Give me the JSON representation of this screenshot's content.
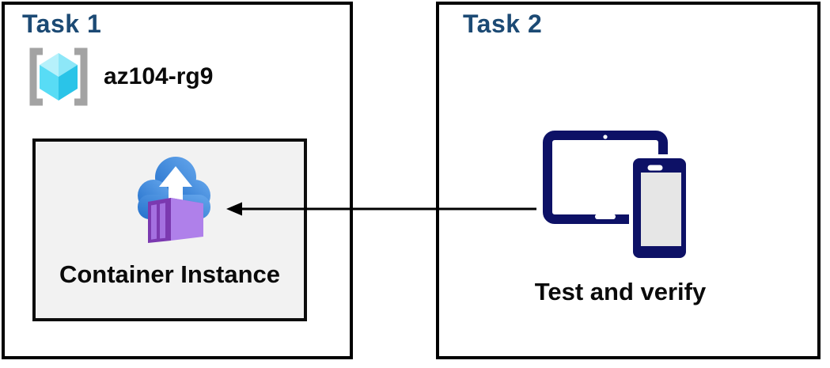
{
  "task1": {
    "title": "Task 1",
    "resource_group_name": "az104-rg9",
    "container_label": "Container Instance"
  },
  "task2": {
    "title": "Task 2",
    "device_label": "Test and verify"
  },
  "icons": {
    "resource_group": "resource-group-icon",
    "container_instance": "container-instance-icon",
    "devices": "tablet-and-phone-icon",
    "arrow": "left-arrow-connector"
  },
  "colors": {
    "title_blue": "#1C4A74",
    "label_black": "#0A0A0A",
    "box_border": "#000000",
    "inner_fill": "#F2F2F2",
    "inner_border": "#0D0D0D",
    "arrow_black": "#000000",
    "bracket_gray": "#A3A3A3",
    "cube_light": "#B6F1FB",
    "cube_mid_light": "#8DE7F8",
    "cube_mid": "#58DCF5",
    "cube_dark": "#2AC4E8",
    "cloud_dark": "#2471CC",
    "cloud_light": "#66A7EC",
    "container_front": "#7B39B0",
    "container_panel": "#A470E0",
    "container_side": "#AF80EA",
    "container_top": "#9152CE",
    "device_navy": "#0D1166",
    "phone_screen": "#E6E6E6"
  }
}
